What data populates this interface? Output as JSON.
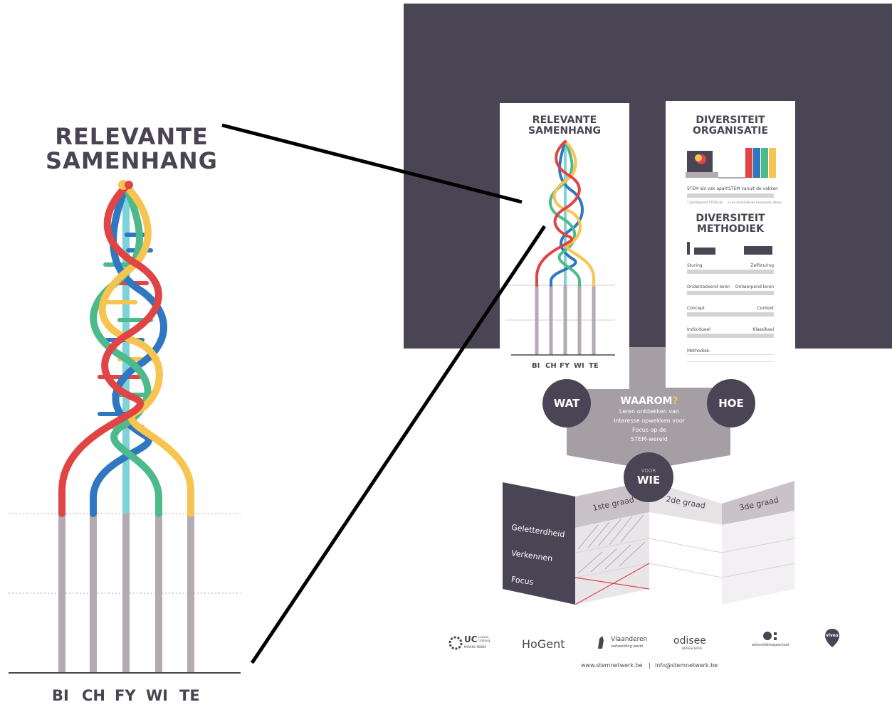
{
  "zoom": {
    "title_line1": "RELEVANTE",
    "title_line2": "SAMENHANG",
    "subjects": [
      "BI",
      "CH",
      "FY",
      "WI",
      "TE"
    ]
  },
  "poster": {
    "panel_left": {
      "title_line1": "RELEVANTE",
      "title_line2": "SAMENHANG",
      "subjects": [
        "BI",
        "CH",
        "FY",
        "WI",
        "TE"
      ]
    },
    "panel_right": {
      "org_title_line1": "DIVERSITEIT",
      "org_title_line2": "ORGANISATIE",
      "org_left_label": "STEM als vak apart",
      "org_right_label": "STEM vanuit de vakken",
      "org_left_note": "1 geïntegreerd STEM-vak",
      "org_right_note": "in de verschillende bestaande vakken",
      "method_title_line1": "DIVERSITEIT",
      "method_title_line2": "METHODIEK",
      "rows": [
        {
          "left": "Sturing",
          "right": "Zelfsturing"
        },
        {
          "left": "Onderzoekend leren",
          "right": "Ontwerpend leren"
        },
        {
          "left": "Concept",
          "right": "Context"
        },
        {
          "left": "Individueel",
          "right": "Klassikaal"
        }
      ],
      "methodiek_label": "Methodiek:"
    },
    "wat": "WAT",
    "hoe": "HOE",
    "waarom_title": "WAAROM",
    "waarom_q": "?",
    "waarom_lines": [
      "Leren ontdekken van",
      "Interesse opwekken voor",
      "Focus op de",
      "STEM-wereld"
    ],
    "voor": "VOOR",
    "wie": "WIE",
    "grades": [
      "1ste graad",
      "2de graad",
      "3de graad"
    ],
    "grade_rows": [
      "Geletterdheid",
      "Verkennen",
      "Focus"
    ],
    "logos": {
      "ucll_main": "UC",
      "ucll_sub": "Leuven Limburg",
      "ucll_tag": "MOVING MINDS",
      "hogent": "HoGent",
      "vlaanderen": "Vlaanderen",
      "vlaanderen_sub": "verbeelding werkt",
      "odisee": "odisee",
      "odisee_sub": "HOGESCHOOL",
      "artevelde": "arteveldehogeschool",
      "vives": "vives"
    },
    "footer": {
      "website": "www.stemnetwerk.be",
      "separator": "|",
      "email": "info@stemnetwerk.be"
    }
  },
  "colors": {
    "red": "#e04444",
    "yellow": "#f7c44f",
    "blue": "#2f77c0",
    "green": "#4dba8c",
    "cyan": "#7dd3d8",
    "grey": "#b4aab4",
    "dark": "#4a4555"
  }
}
